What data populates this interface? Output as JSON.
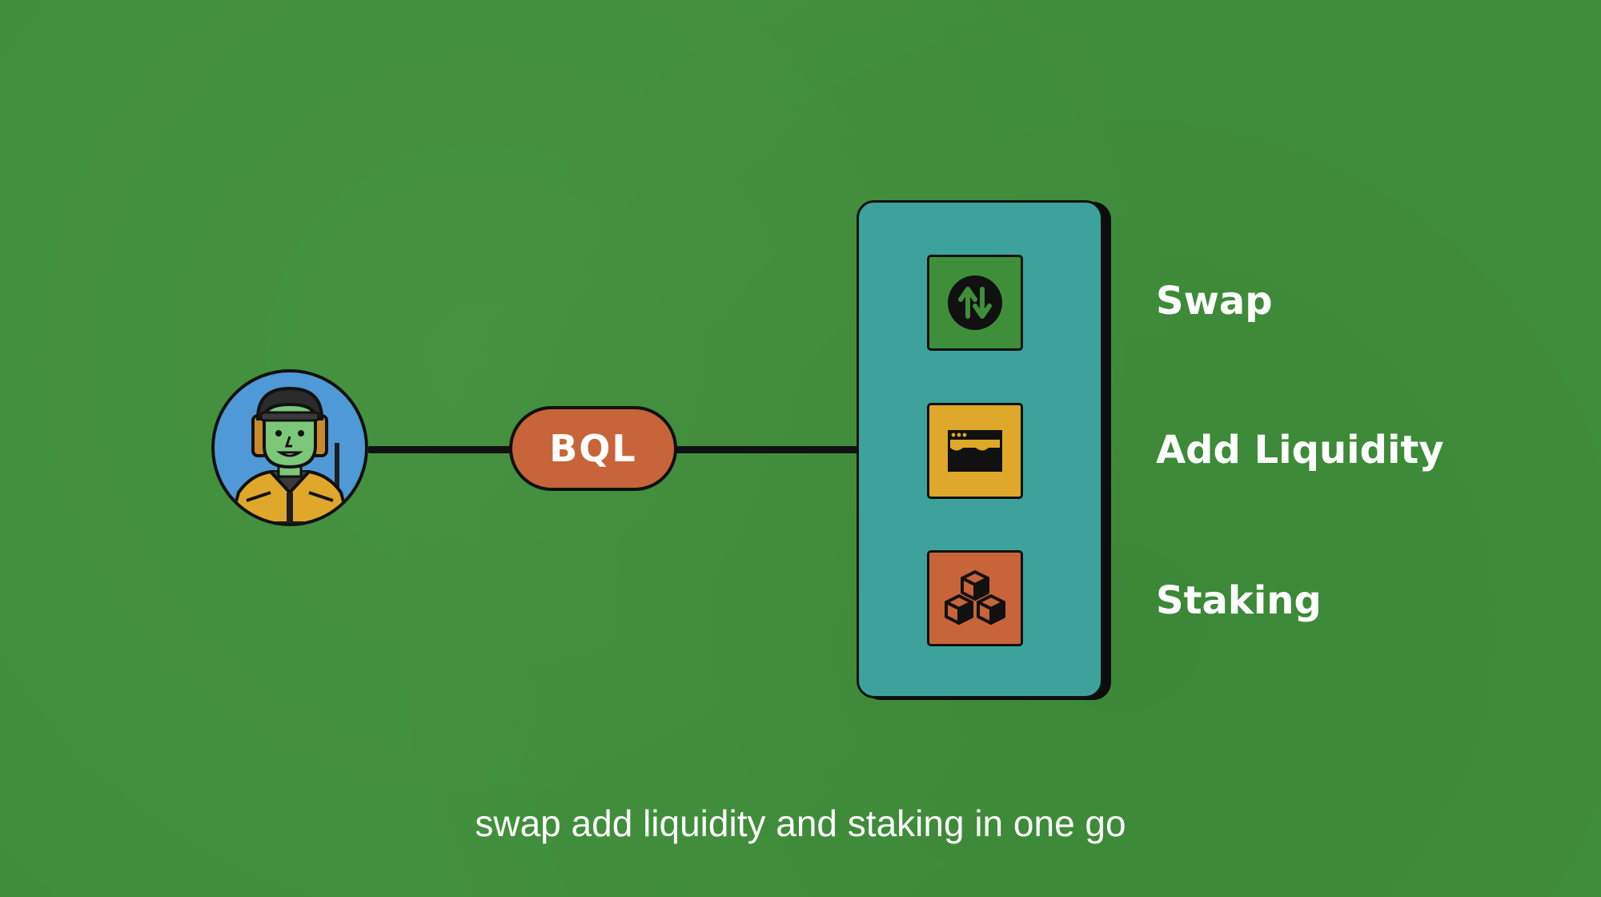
{
  "diagram": {
    "user": {
      "icon": "astronaut-avatar-icon",
      "bg_color": "#4f9ad6"
    },
    "middle_node": {
      "label": "BQL",
      "color": "#c8643a"
    },
    "panel": {
      "color": "#3ea29c",
      "items": [
        {
          "label": "Swap",
          "icon": "swap-arrows-icon",
          "tile_color": "#3f8f3a"
        },
        {
          "label": "Add Liquidity",
          "icon": "liquidity-pool-icon",
          "tile_color": "#e0a82a"
        },
        {
          "label": "Staking",
          "icon": "stacked-cubes-icon",
          "tile_color": "#c8643a"
        }
      ]
    }
  },
  "caption": "swap add liquidity and staking in one go",
  "colors": {
    "background": "#3f8f3a",
    "outline": "#111111",
    "text": "#ffffff"
  }
}
